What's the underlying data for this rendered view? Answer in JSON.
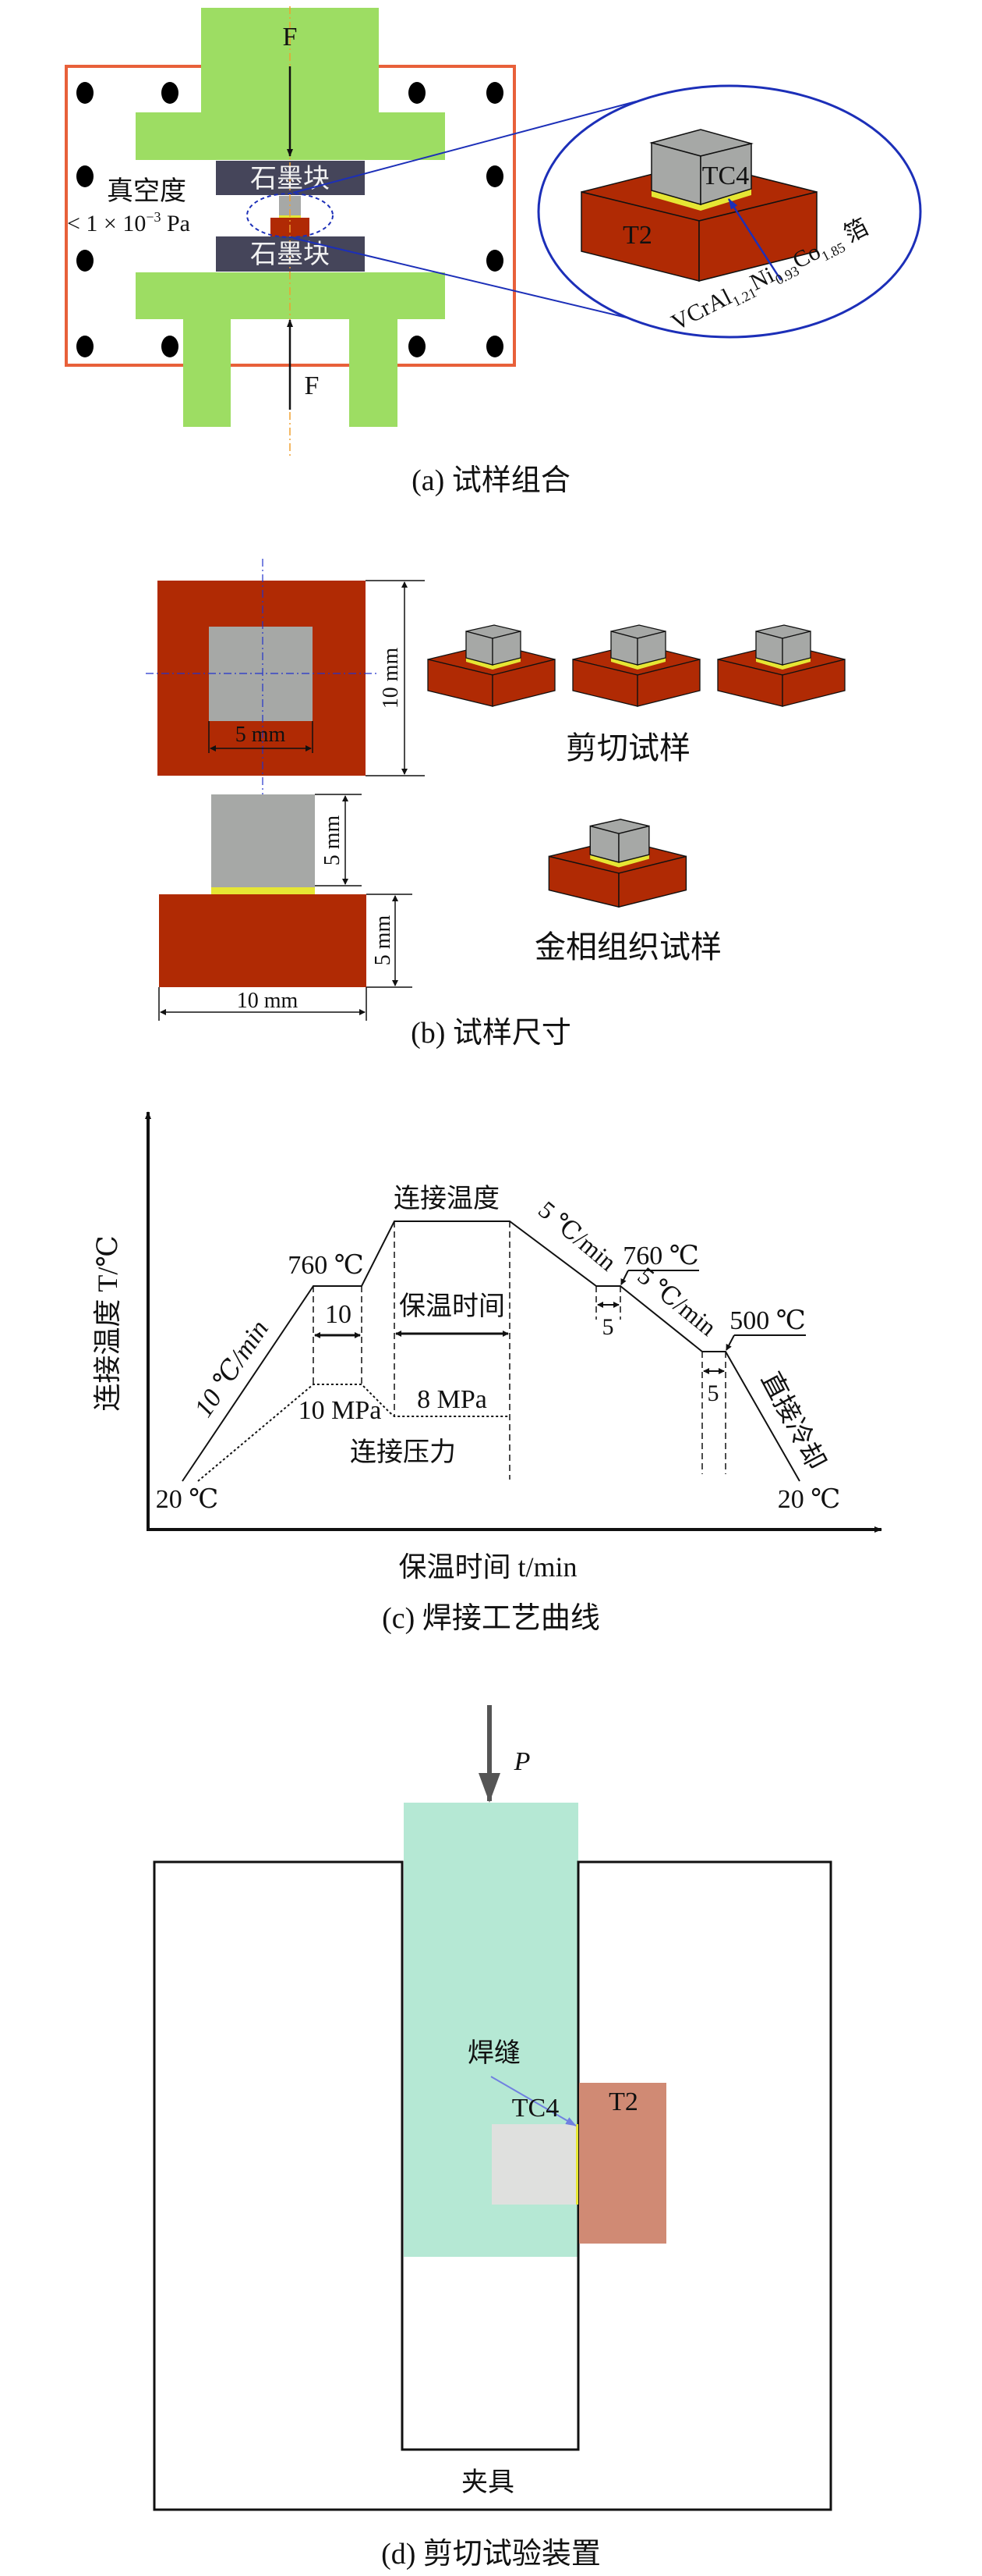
{
  "colors": {
    "press_green": "#9ddd63",
    "graphite": "#45455a",
    "chamber": "#e8603a",
    "copper": "#b02a04",
    "titanium": "#a6a8a6",
    "foil": "#e6e634",
    "zoom_blue": "#1c2fb8",
    "fixture_green": "#b5e8d4",
    "t2_shear": "#d08a74"
  },
  "panel_a": {
    "force_top": "F",
    "force_bottom": "F",
    "graphite_top": "石墨块",
    "graphite_bottom": "石墨块",
    "vacuum_label": "真空度",
    "vacuum_value": "< 1 × 10",
    "vacuum_exp": "−3",
    "vacuum_unit": " Pa",
    "tc4": "TC4",
    "t2": "T2",
    "foil": {
      "a": "VCrAl",
      "s1": "1.21",
      "b": "Ni",
      "s2": "0.93",
      "c": "Co",
      "s3": "1.85",
      "d": " 箔"
    },
    "caption": "(a) 试样组合"
  },
  "panel_b": {
    "dim_5mm_top": "5 mm",
    "dim_10mm_side": "10 mm",
    "dim_5mm_tc4": "5 mm",
    "dim_5mm_t2": "5 mm",
    "dim_10mm_bottom": "10 mm",
    "shear_label": "剪切试样",
    "metallo_label": "金相组织试样",
    "caption": "(b) 试样尺寸"
  },
  "panel_c": {
    "y_label": "连接温度 T/℃",
    "x_label": "保温时间 t/min",
    "bond_temp": "连接温度",
    "heat_rate": "10 ℃/min",
    "t760_a": "760 ℃",
    "hold10": "10",
    "hold_time": "保温时间",
    "cool_rate_1": "5 ℃/min",
    "t760_b": "760 ℃",
    "hold5_a": "5",
    "cool_rate_2": "5 ℃/min",
    "t500": "500 ℃",
    "hold5_b": "5",
    "direct_cool": "直接冷却",
    "p10": "10 MPa",
    "p8": "8 MPa",
    "pressure": "连接压力",
    "t20_start": "20 ℃",
    "t20_end": "20 ℃",
    "caption": "(c) 焊接工艺曲线"
  },
  "panel_d": {
    "load": "P",
    "weld": "焊缝",
    "tc4": "TC4",
    "t2": "T2",
    "fixture": "夹具",
    "caption": "(d) 剪切试验装置"
  }
}
